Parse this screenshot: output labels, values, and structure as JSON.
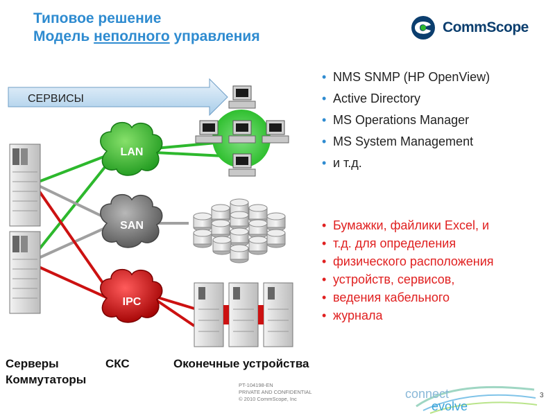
{
  "title": {
    "line1": "Типовое решение",
    "line2_prefix": "Модель ",
    "line2_underlined": "неполного",
    "line2_suffix": " управления"
  },
  "brand": {
    "logo": "CommScope",
    "tagline_a": "connect",
    "tagline_b": "evolve"
  },
  "diagram": {
    "services_label": "СЕРВИСЫ",
    "clouds": {
      "lan": "LAN",
      "san": "SAN",
      "ipc": "IPC"
    },
    "labels": {
      "servers": "Серверы",
      "switches": "Коммутаторы",
      "sks": "СКС",
      "endpoints": "Оконечные устройства"
    }
  },
  "bullets": [
    "NMS SNMP (HP OpenView)",
    "Active Directory",
    "MS Operations Manager",
    "MS System Management",
    "и т.д."
  ],
  "note_lines": [
    "Бумажки, файлики Excel, и",
    "т.д. для определения",
    "физического расположения",
    "устройств, сервисов,",
    "ведения кабельного",
    "журнала"
  ],
  "footer": {
    "doc_id": "PT-104198-EN",
    "confidential": "PRIVATE AND CONFIDENTIAL",
    "copyright": "© 2010 CommScope, Inc"
  },
  "page_number": "3",
  "colors": {
    "title": "#2e8bd0",
    "lan": "#2db82d",
    "san": "#6e6e6e",
    "ipc": "#cc1111",
    "note": "#e02020"
  }
}
